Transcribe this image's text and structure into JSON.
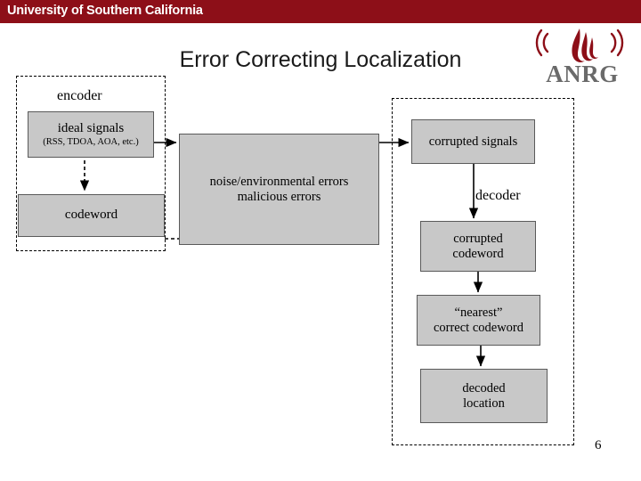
{
  "header": {
    "university": "University of Southern California",
    "bar_color": "#8d0f18"
  },
  "logo": {
    "text": "ANRG",
    "name": "anrg-logo"
  },
  "slide": {
    "title": "Error Correcting Localization",
    "number": "6"
  },
  "diagram": {
    "groups": [
      {
        "name": "encoder",
        "label": "encoder"
      },
      {
        "name": "decoder",
        "label": "decoder"
      }
    ],
    "blocks": [
      {
        "id": "ideal-signals",
        "line1": "ideal signals",
        "line2": "(RSS, TDOA, AOA, etc.)"
      },
      {
        "id": "codeword",
        "line1": "codeword"
      },
      {
        "id": "noise-errors",
        "line1": "noise/environmental errors",
        "line2": "malicious errors"
      },
      {
        "id": "corrupted-signals",
        "line1": "corrupted signals"
      },
      {
        "id": "corrupted-codeword",
        "line1": "corrupted",
        "line2": "codeword"
      },
      {
        "id": "nearest-correct-codeword",
        "line1": "“nearest”",
        "line2": "correct codeword"
      },
      {
        "id": "decoded-location",
        "line1": "decoded",
        "line2": "location"
      }
    ]
  }
}
